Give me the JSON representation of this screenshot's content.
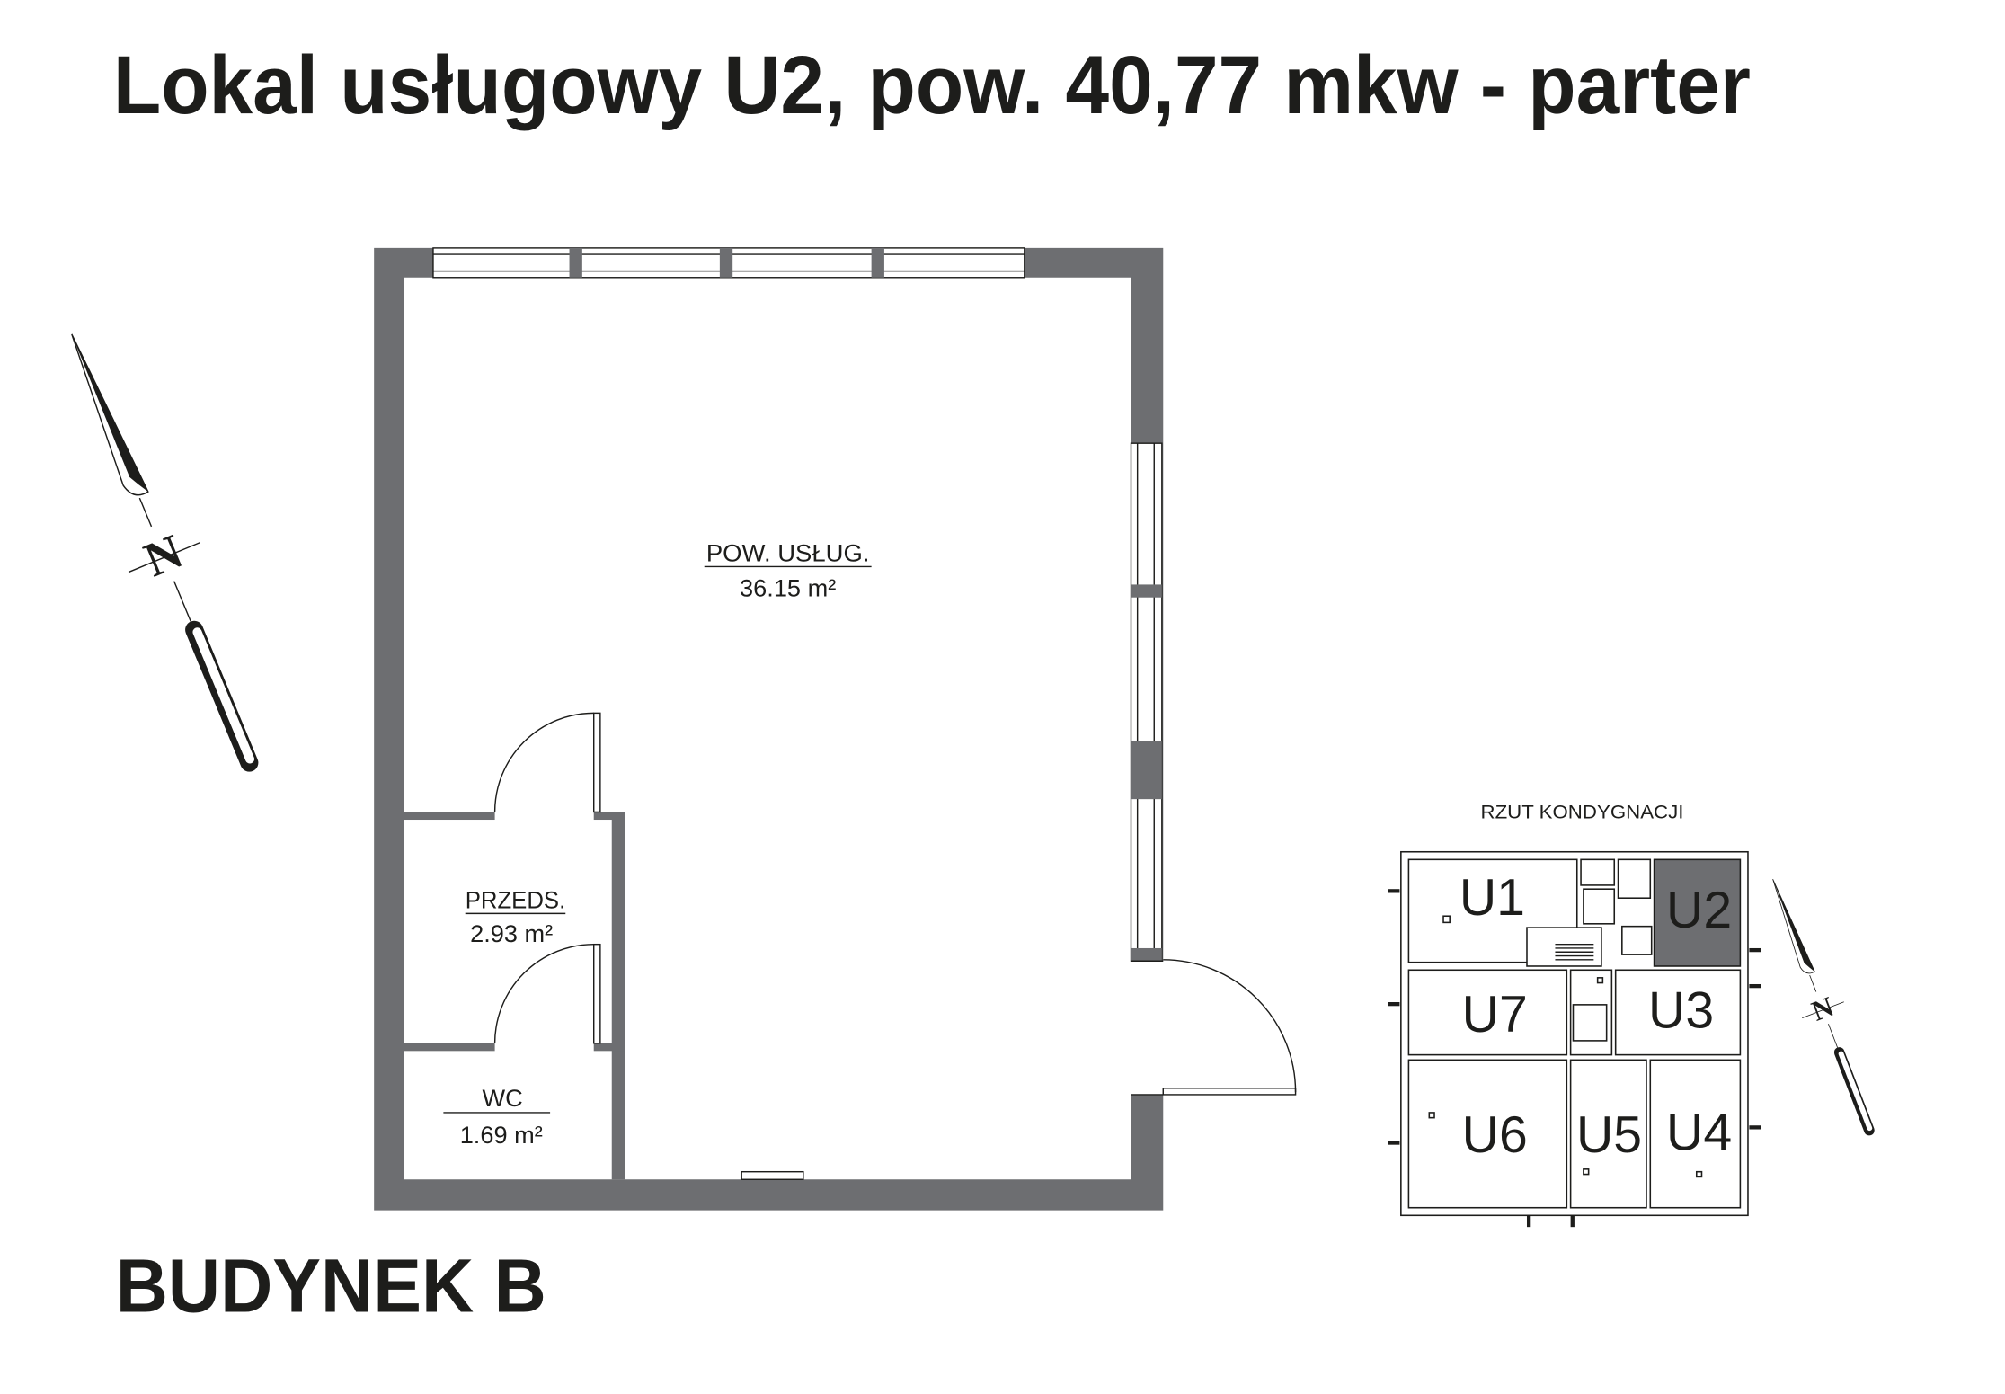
{
  "title": "Lokal usługowy U2, pow. 40,77 mkw - parter",
  "building": "BUDYNEK B",
  "compass": {
    "north_letter": "N",
    "icon": "north-arrow-icon"
  },
  "rooms": [
    {
      "name": "POW. USŁUG.",
      "area": "36.15 m²"
    },
    {
      "name": "PRZEDS.",
      "area": "2.93 m²"
    },
    {
      "name": "WC",
      "area": "1.69 m²"
    }
  ],
  "key_plan": {
    "title": "RZUT KONDYGNACJI",
    "units": [
      {
        "label": "U1",
        "highlighted": false
      },
      {
        "label": "U2",
        "highlighted": true
      },
      {
        "label": "U7",
        "highlighted": false
      },
      {
        "label": "U3",
        "highlighted": false
      },
      {
        "label": "U6",
        "highlighted": false
      },
      {
        "label": "U5",
        "highlighted": false
      },
      {
        "label": "U4",
        "highlighted": false
      }
    ]
  },
  "colors": {
    "wall": "#6d6e71",
    "line": "#1d1d1b",
    "key_plan_highlight": "#6d6e71",
    "background": "#ffffff"
  }
}
